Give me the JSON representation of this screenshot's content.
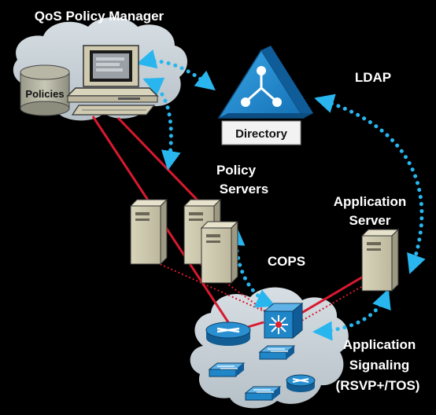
{
  "labels": {
    "qos_manager": "QoS Policy Manager",
    "policies": "Policies",
    "directory": "Directory",
    "ldap": "LDAP",
    "policy_servers_line1": "Policy",
    "policy_servers_line2": "Servers",
    "application_server_line1": "Application",
    "application_server_line2": "Server",
    "cops": "COPS",
    "app_signaling_line1": "Application",
    "app_signaling_line2": "Signaling",
    "app_signaling_line3": "(RSVP+/TOS)"
  },
  "colors": {
    "background": "#000000",
    "cloud": "#c9d2d8",
    "dotted_arrow": "#29b6ef",
    "red_link": "#d9192f",
    "directory_blue": "#1f8fd6",
    "server_beige": "#cfcab0",
    "network_device": "#1f86c8"
  },
  "icons": {
    "directory": "directory-triangle-icon",
    "workstation": "workstation-icon",
    "database": "database-cylinder-icon",
    "server": "server-tower-icon",
    "router": "router-icon",
    "switch": "switch-icon",
    "layer3_switch": "layer3-switch-icon"
  }
}
